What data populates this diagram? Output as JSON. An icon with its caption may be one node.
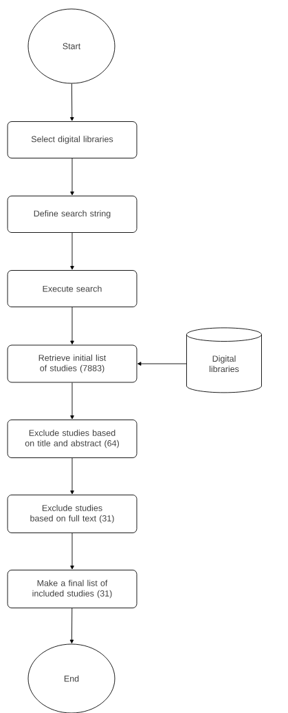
{
  "diagram": {
    "nodes": [
      {
        "text": [
          "Start"
        ]
      },
      {
        "text": [
          "Select digital libraries"
        ]
      },
      {
        "text": [
          "Define search string"
        ]
      },
      {
        "text": [
          "Execute search"
        ]
      },
      {
        "text": [
          "Retrieve initial list of studies (7883)"
        ]
      },
      {
        "text": [
          "Exclude studies based on title and abstract (64)"
        ]
      },
      {
        "text": [
          "Exclude studies based on full text (31)"
        ]
      },
      {
        "text": [
          "Make a final list of included studies (31)"
        ]
      },
      {
        "text": [
          "End"
        ]
      },
      {
        "text": [
          "Digital libraries"
        ]
      }
    ],
    "edges": [
      {
        "from": 0,
        "to": 1,
        "arrow": "to"
      },
      {
        "from": 1,
        "to": 2,
        "arrow": "to"
      },
      {
        "from": 2,
        "to": 3,
        "arrow": "to"
      },
      {
        "from": 3,
        "to": 4,
        "arrow": "to"
      },
      {
        "from": 4,
        "to": 5,
        "arrow": "to"
      },
      {
        "from": 5,
        "to": 6,
        "arrow": "to"
      },
      {
        "from": 6,
        "to": 7,
        "arrow": "to"
      },
      {
        "from": 7,
        "to": 8,
        "arrow": "to"
      },
      {
        "from": 9,
        "to": 4,
        "arrow": "to"
      }
    ]
  }
}
